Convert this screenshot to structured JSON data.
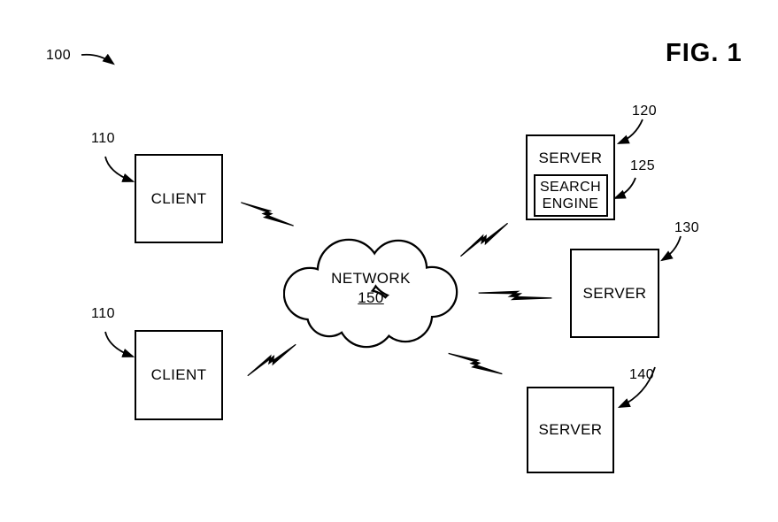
{
  "figure": {
    "label": "FIG. 1",
    "diagram_ref": "100"
  },
  "colors": {
    "line": "#000000",
    "background": "#ffffff"
  },
  "nodes": {
    "client_top": {
      "label": "CLIENT",
      "ref": "110"
    },
    "client_bottom": {
      "label": "CLIENT",
      "ref": "110"
    },
    "network": {
      "label": "NETWORK",
      "ref": "150"
    },
    "server_top": {
      "label": "SERVER",
      "ref": "120"
    },
    "search_engine": {
      "line1": "SEARCH",
      "line2": "ENGINE",
      "ref": "125"
    },
    "server_mid": {
      "label": "SERVER",
      "ref": "130"
    },
    "server_bottom": {
      "label": "SERVER",
      "ref": "140"
    }
  }
}
